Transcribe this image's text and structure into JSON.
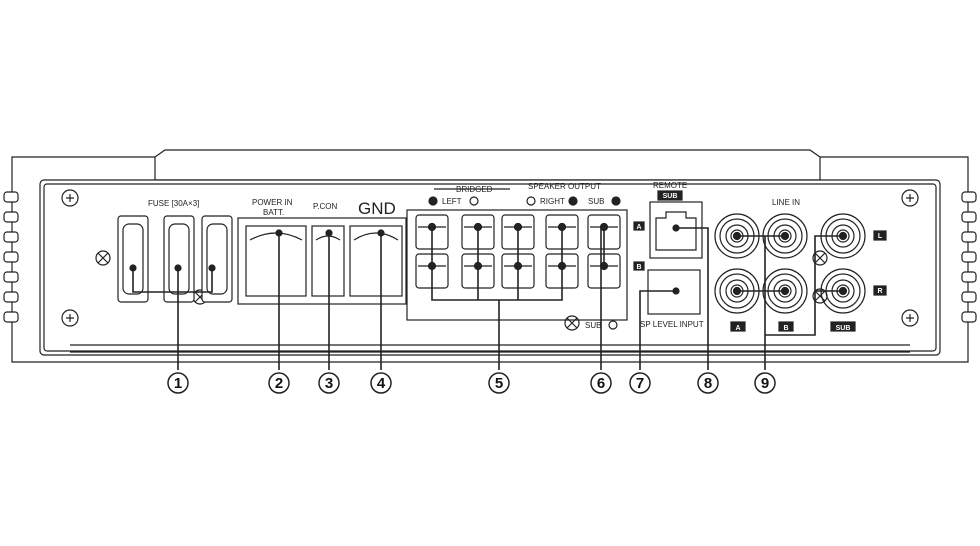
{
  "labels": {
    "fuse": "FUSE [30A×3]",
    "power_in": "POWER IN",
    "batt": "BATT.",
    "pcon": "P.CON",
    "gnd": "GND",
    "bridged": "BRIDGED",
    "speaker_output": "SPEAKER OUTPUT",
    "left": "LEFT",
    "right": "RIGHT",
    "sub_plus": "SUB",
    "sub_minus": "SUB",
    "remote": "REMOTE",
    "remote_sub": "SUB",
    "sp_level_input": "SP LEVEL INPUT",
    "line_in": "LINE IN",
    "tag_a_output": "A",
    "tag_b_output": "B",
    "tag_a": "A",
    "tag_b": "B",
    "tag_sub": "SUB",
    "tag_l": "L",
    "tag_r": "R"
  },
  "callouts": [
    "1",
    "2",
    "3",
    "4",
    "5",
    "6",
    "7",
    "8",
    "9"
  ]
}
